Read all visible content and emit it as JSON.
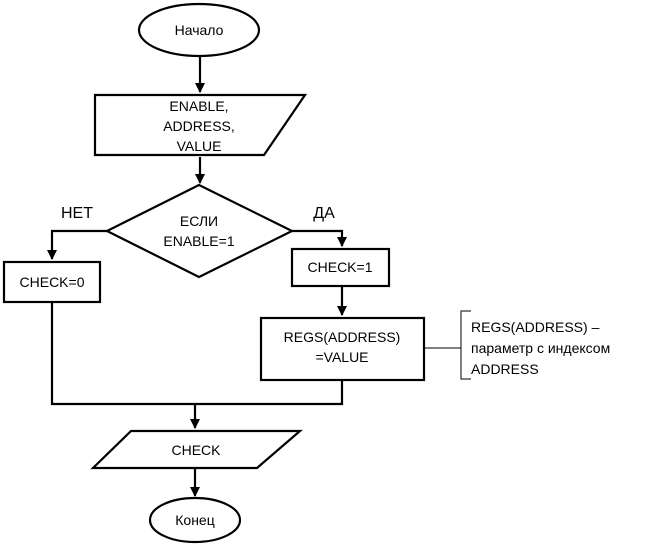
{
  "start": {
    "label": "Начало"
  },
  "input": {
    "lines": [
      "ENABLE,",
      "ADDRESS,",
      "VALUE"
    ]
  },
  "decision": {
    "lines": [
      "ЕСЛИ",
      "ENABLE=1"
    ],
    "no_label": "НЕТ",
    "yes_label": "ДА"
  },
  "check_zero": {
    "label": "CHECK=0"
  },
  "check_one": {
    "label": "CHECK=1"
  },
  "regs_assign": {
    "lines": [
      "REGS(ADDRESS)",
      "=VALUE"
    ]
  },
  "comment": {
    "lines": [
      "REGS(ADDRESS) –",
      "параметр с индексом",
      "ADDRESS"
    ]
  },
  "output": {
    "label": "CHECK"
  },
  "end": {
    "label": "Конец"
  }
}
